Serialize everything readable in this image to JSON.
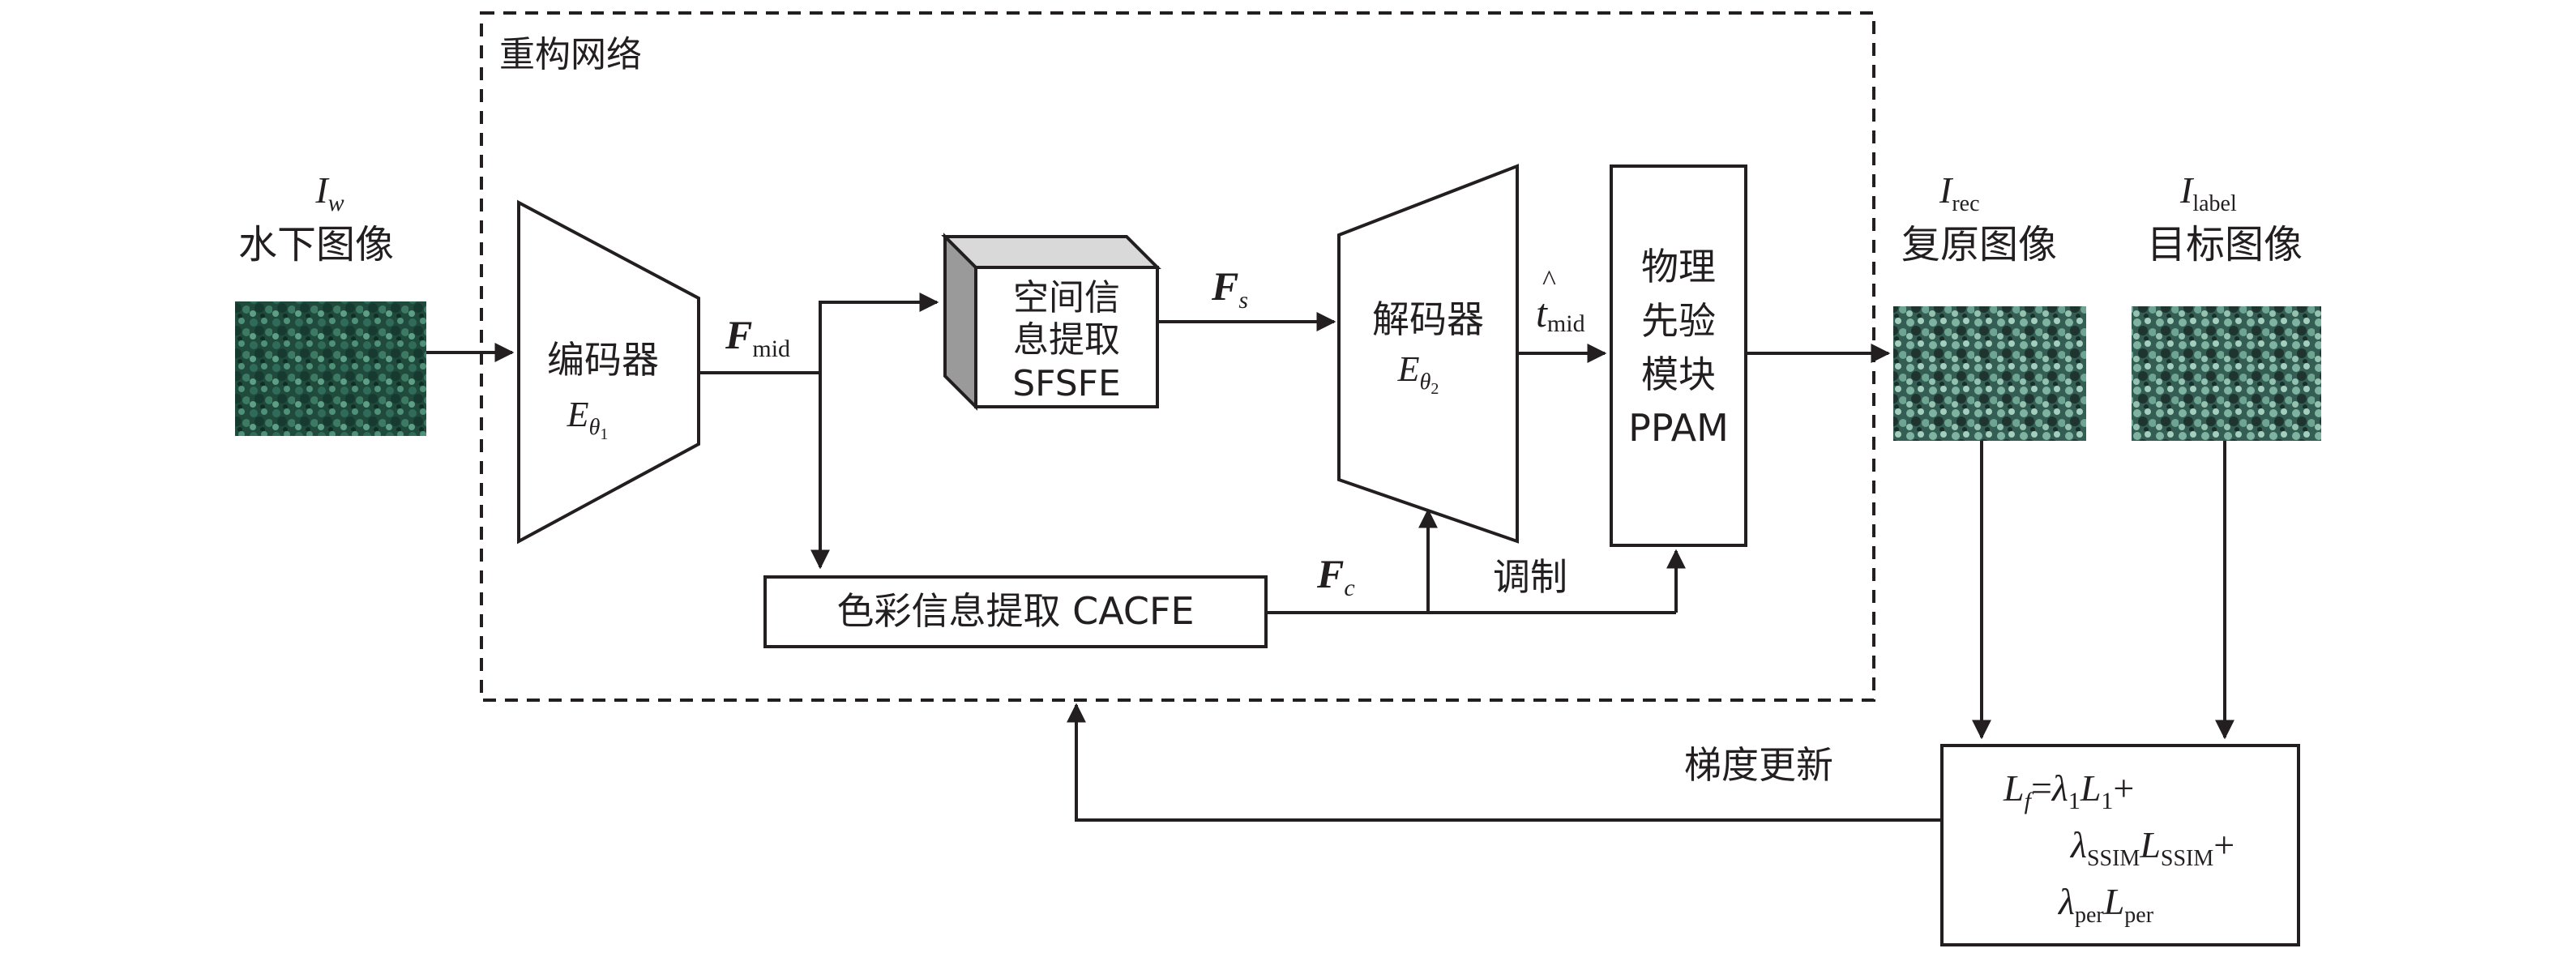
{
  "network_label": "重构网络",
  "input": {
    "sym_main": "I",
    "sym_sub": "w",
    "caption": "水下图像"
  },
  "encoder": {
    "name": "编码器",
    "sym_main": "E",
    "sym_sub": "θ",
    "sym_subsub": "1"
  },
  "f_mid": {
    "main": "F",
    "sub": "mid"
  },
  "sfsfe": {
    "line1": "空间信",
    "line2": "息提取",
    "line3": "SFSFE"
  },
  "f_s": {
    "main": "F",
    "sub": "s"
  },
  "decoder": {
    "name": "解码器",
    "sym_main": "E",
    "sym_sub": "θ",
    "sym_subsub": "2"
  },
  "t_mid": {
    "hat": "^",
    "main": "t",
    "sub": "mid"
  },
  "ppam": {
    "line1": "物理",
    "line2": "先验",
    "line3": "模块",
    "line4": "PPAM"
  },
  "cacfe": {
    "label": "色彩信息提取 CACFE"
  },
  "f_c": {
    "main": "F",
    "sub": "c"
  },
  "modulation": "调制",
  "restored": {
    "sym_main": "I",
    "sym_sub": "rec",
    "caption": "复原图像"
  },
  "target": {
    "sym_main": "I",
    "sym_sub": "label",
    "caption": "目标图像"
  },
  "gradient_update": "梯度更新",
  "loss": {
    "l_f_main": "L",
    "l_f_sub": "f",
    "eq": "=",
    "lambda": "λ",
    "sub_1": "1",
    "l_main": "L",
    "plus": "+",
    "sub_ssim": "SSIM",
    "sub_per": "per"
  },
  "colors": {
    "line": "#231f20",
    "cube_side": "#9a9a9a",
    "cube_top": "#d9d9d9",
    "img_dark": "#0f2e26",
    "img_mid": "#2f6b58",
    "img_light": "#6fa891",
    "img_rec_dark": "#1a2f2a",
    "img_rec_mid": "#4e8a78",
    "img_rec_light": "#9fc9b9"
  }
}
